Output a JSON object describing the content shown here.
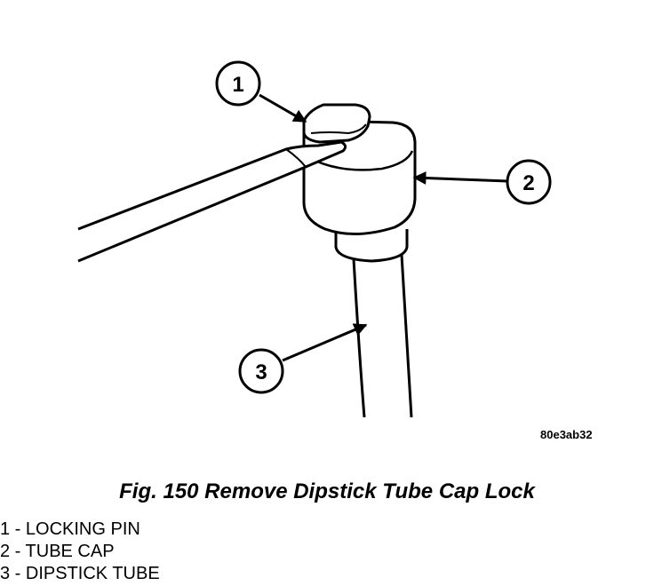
{
  "figure": {
    "image_code": "80e3ab32",
    "caption": "Fig. 150 Remove Dipstick Tube Cap Lock"
  },
  "callouts": [
    {
      "number": "1",
      "label": "LOCKING PIN"
    },
    {
      "number": "2",
      "label": "TUBE CAP"
    },
    {
      "number": "3",
      "label": "DIPSTICK TUBE"
    }
  ],
  "legend": [
    "1 - LOCKING PIN",
    "2 - TUBE CAP",
    "3 - DIPSTICK TUBE"
  ]
}
